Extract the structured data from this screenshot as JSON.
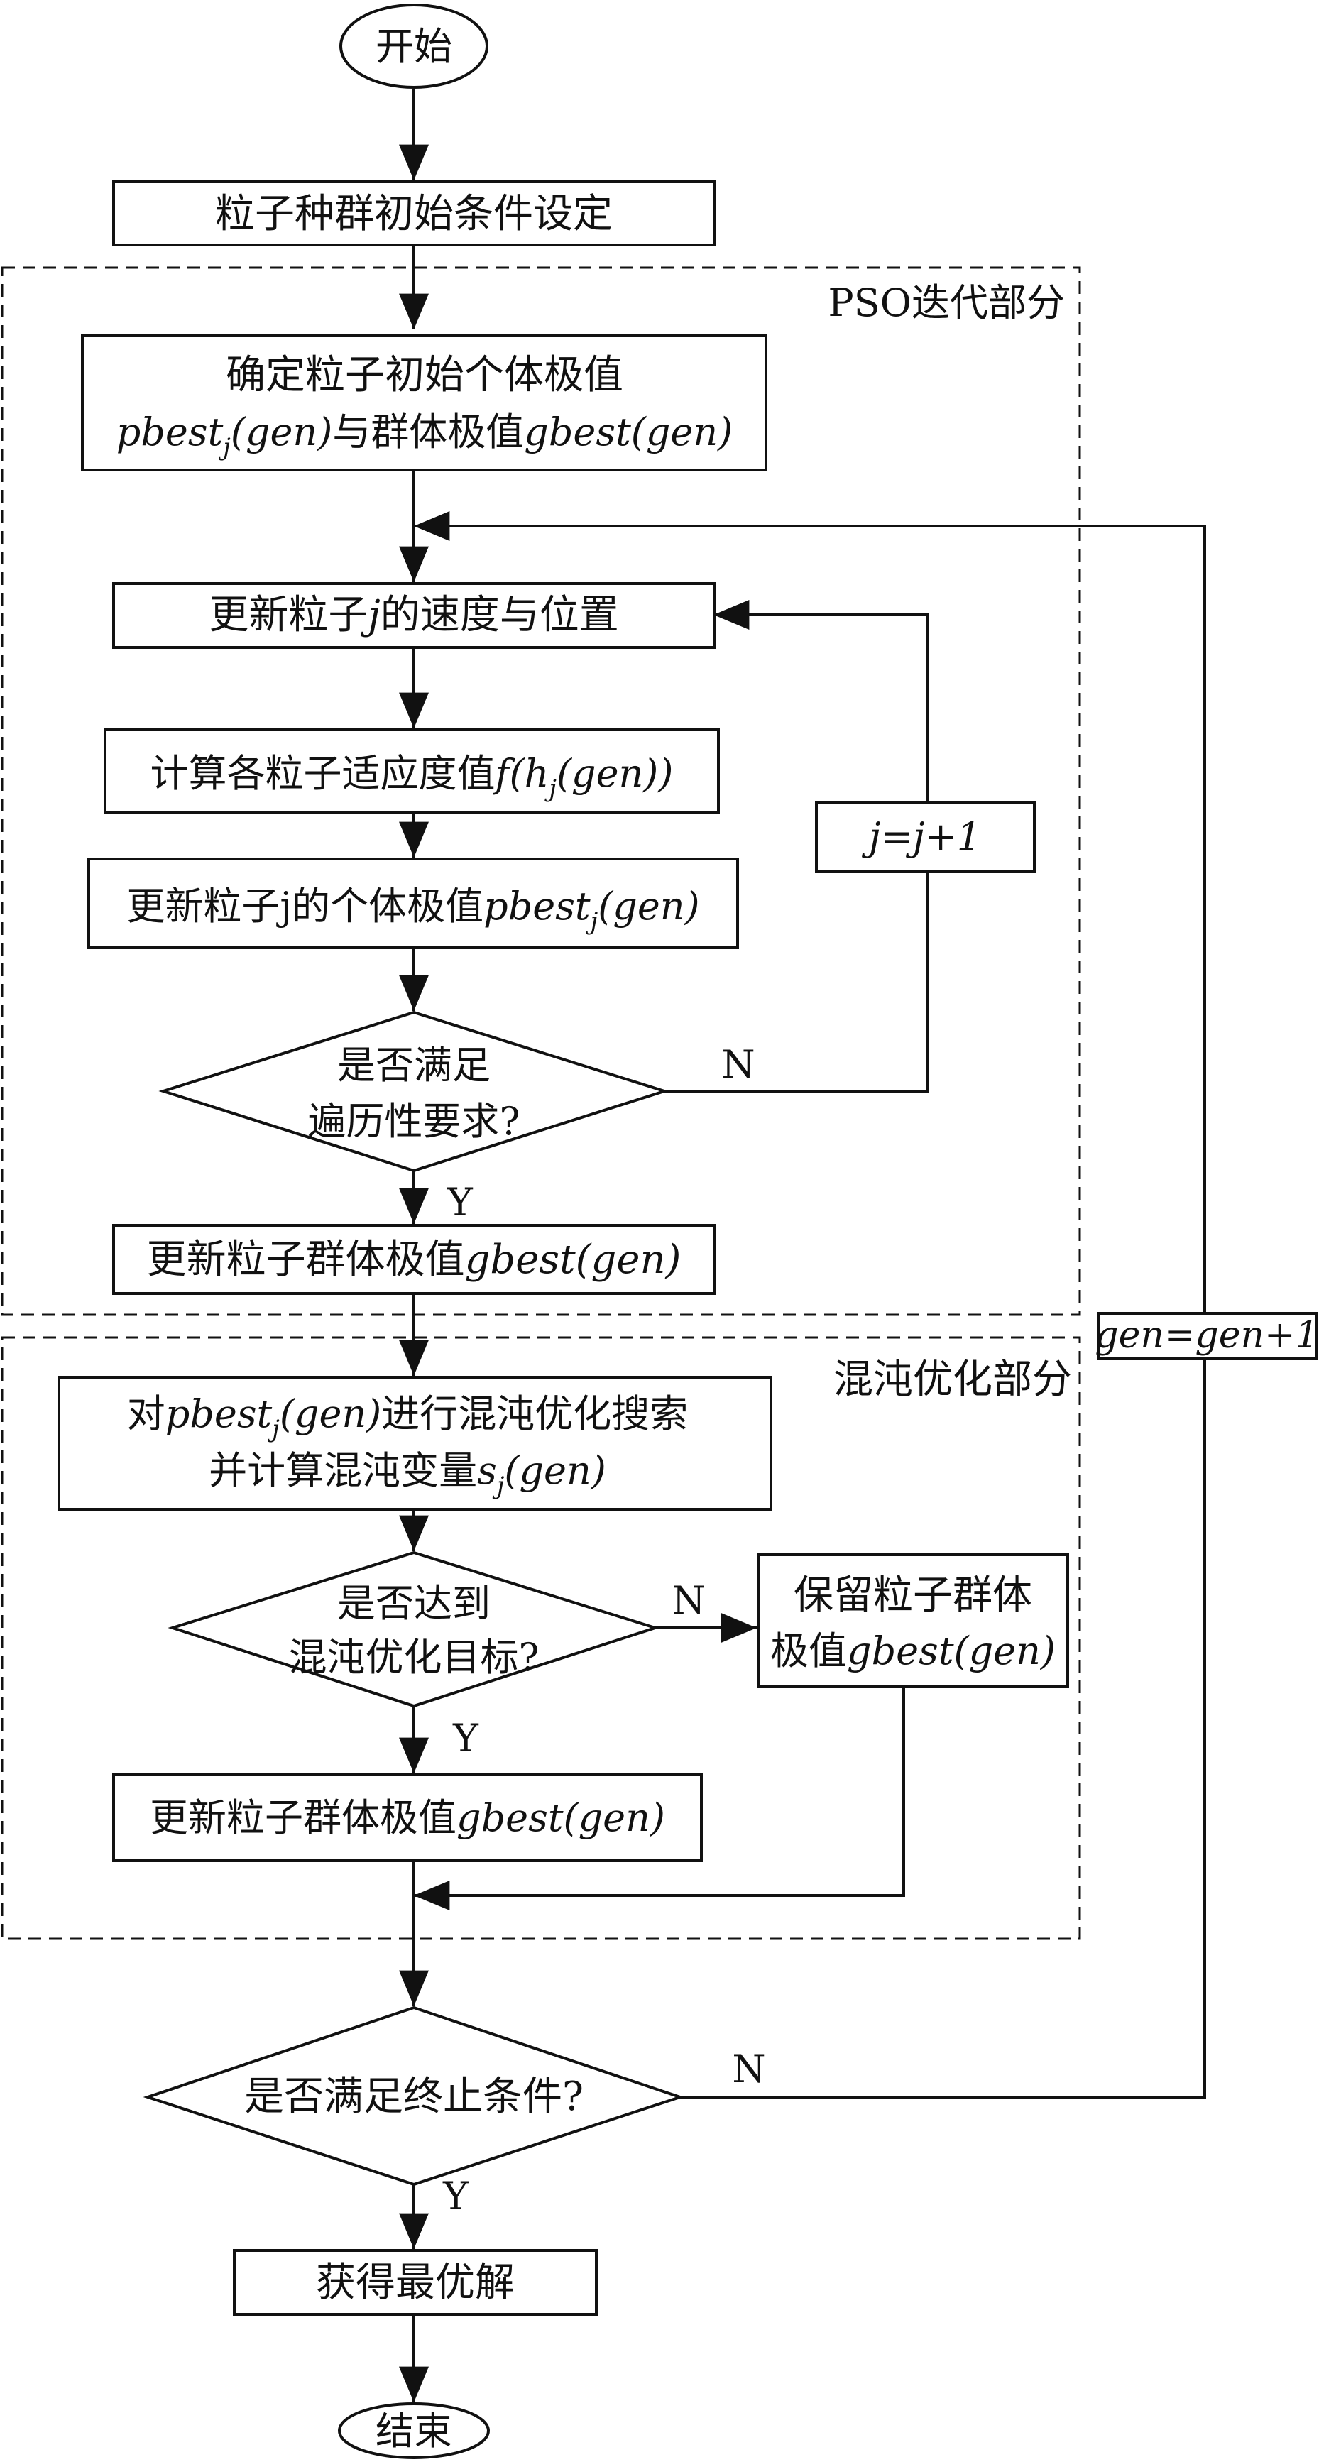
{
  "regions": {
    "pso": "PSO迭代部分",
    "chaos": "混沌优化部分"
  },
  "nodes": {
    "start": "开始",
    "init": "粒子种群初始条件设定",
    "init_extreme_l1": "确定粒子初始个体极值",
    "init_extreme_l2_pbest": "pbest",
    "init_extreme_l2_sub": "j",
    "init_extreme_l2_gen1": "(gen)",
    "init_extreme_l2_mid": "与群体极值",
    "init_extreme_l2_gbest": "gbest",
    "init_extreme_l2_gen2": "(gen)",
    "update_vel_pre": "更新粒子",
    "update_vel_j": "j",
    "update_vel_post": "的速度与位置",
    "fitness_pre": "计算各粒子适应度值",
    "fitness_f": "f",
    "fitness_h": "(h",
    "fitness_sub": "j",
    "fitness_post": "(gen))",
    "update_pbest_pre": "更新粒子j的个体极值",
    "update_pbest_var": "pbest",
    "update_pbest_sub": "j",
    "update_pbest_gen": "(gen)",
    "ergodic_l1": "是否满足",
    "ergodic_l2": "遍历性要求?",
    "jinc": "j=j+1",
    "update_gbest1_pre": "更新粒子群体极值",
    "update_gbest1_var": "gbest",
    "update_gbest1_gen": "(gen)",
    "chaos_search_l1_pre": "对",
    "chaos_search_l1_var": "pbest",
    "chaos_search_l1_sub": "j",
    "chaos_search_l1_gen": "(gen)",
    "chaos_search_l1_post": "进行混沌优化搜索",
    "chaos_search_l2_pre": "并计算混沌变量",
    "chaos_search_l2_var": "s",
    "chaos_search_l2_sub": "j",
    "chaos_search_l2_gen": "(gen)",
    "chaos_goal_l1": "是否达到",
    "chaos_goal_l2": "混沌优化目标?",
    "keep_l1": "保留粒子群体",
    "keep_l2_pre": "极值",
    "keep_l2_var": "gbest",
    "keep_l2_gen": "(gen)",
    "update_gbest2_pre": "更新粒子群体极值",
    "update_gbest2_var": "gbest",
    "update_gbest2_gen": "(gen)",
    "terminate": "是否满足终止条件?",
    "geninc": "gen=gen+1",
    "result": "获得最优解",
    "end": "结束"
  },
  "edge_labels": {
    "ergodic_no": "N",
    "ergodic_yes": "Y",
    "chaos_goal_no": "N",
    "chaos_goal_yes": "Y",
    "terminate_no": "N",
    "terminate_yes": "Y"
  },
  "colors": {
    "stroke": "#111111",
    "background": "#ffffff"
  }
}
